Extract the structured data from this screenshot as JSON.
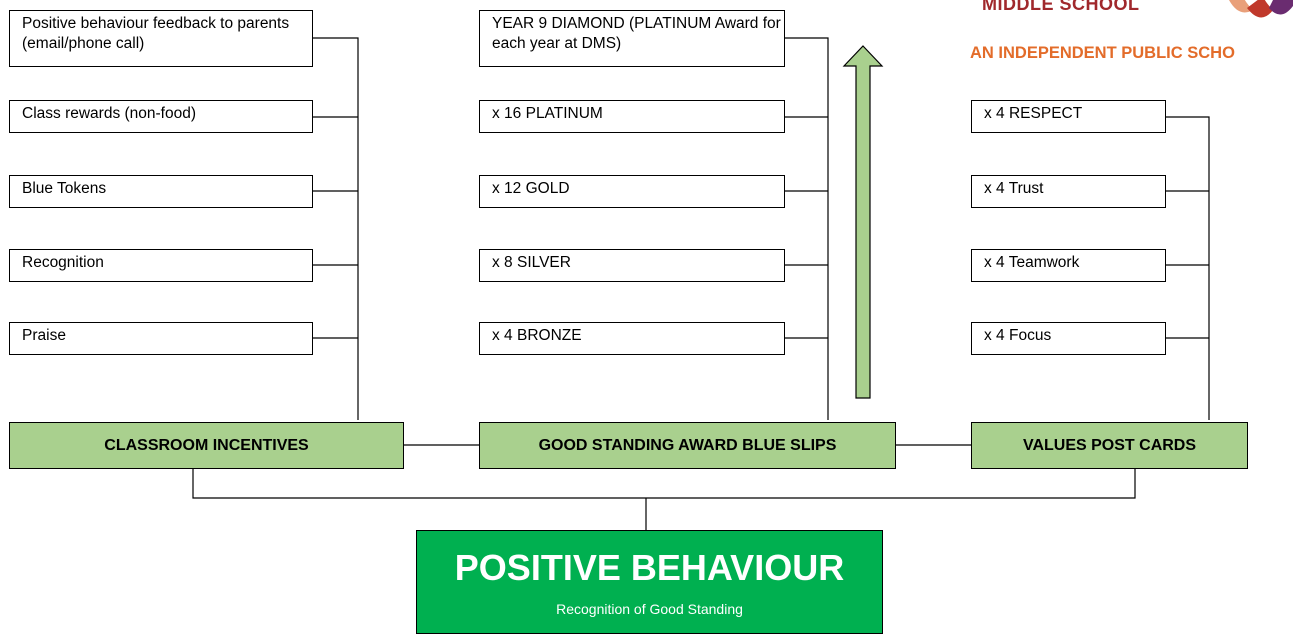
{
  "logo": {
    "school_line": "MIDDLE SCHOOL",
    "tagline": "AN INDEPENDENT PUBLIC SCHO"
  },
  "classroom": {
    "items": [
      "Positive behaviour feedback to parents (email/phone call)",
      "Class rewards (non-food)",
      "Blue Tokens",
      "Recognition",
      "Praise"
    ],
    "header": "CLASSROOM INCENTIVES"
  },
  "awards": {
    "items": [
      "YEAR 9 DIAMOND (PLATINUM Award for each year at DMS)",
      "x 16 PLATINUM",
      "x 12 GOLD",
      "x 8 SILVER",
      "x 4 BRONZE"
    ],
    "header": "GOOD STANDING AWARD BLUE SLIPS"
  },
  "values": {
    "items": [
      "x 4 RESPECT",
      "x 4 Trust",
      "x 4 Teamwork",
      "x 4 Focus"
    ],
    "header": "VALUES POST CARDS"
  },
  "root": {
    "title": "POSITIVE BEHAVIOUR",
    "subtitle": "Recognition of Good Standing"
  },
  "colors": {
    "header_fill": "#a9d08e",
    "root_fill": "#00b050",
    "arrow_fill": "#a9d08e",
    "logo_red": "#a0282c",
    "logo_orange": "#e36c2a"
  }
}
